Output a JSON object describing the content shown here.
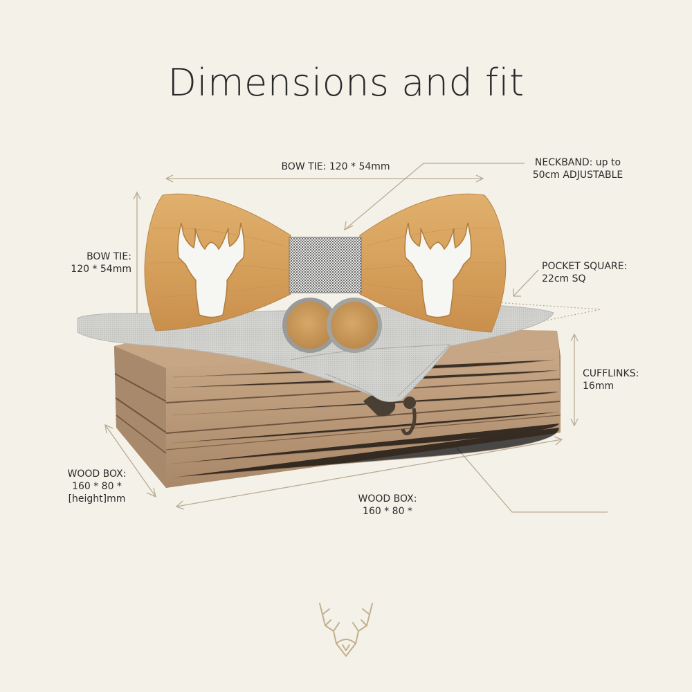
{
  "title": "Dimensions and fit",
  "colors": {
    "background": "#f4f1e9",
    "guide_line": "#b9ab93",
    "wood_light": "#d9a865",
    "wood_box": "#b49476",
    "fabric": "#d2d2cf",
    "logo": "#c2b08e"
  },
  "labels": {
    "bow_tie_top": "BOW TIE: 120 * 54mm",
    "neckband_line1": "NECKBAND: up to",
    "neckband_line2": "50cm ADJUSTABLE",
    "bow_tie_left_line1": "BOW TIE:",
    "bow_tie_left_line2": "120 * 54mm",
    "pocket_square_line1": "POCKET SQUARE:",
    "pocket_square_line2": "22cm SQ",
    "cufflinks_line1": "CUFFLINKS:",
    "cufflinks_line2": "16mm",
    "wood_box_left_line1": "WOOD BOX:",
    "wood_box_left_line2": "160 * 80 *",
    "wood_box_left_line3": "[height]mm",
    "wood_box_bottom_line1": "WOOD BOX:",
    "wood_box_bottom_line2": "160 * 80 *"
  },
  "icons": {
    "bow_tie_cutouts": "deer-head-icon",
    "footer_logo": "deer-logo-icon"
  }
}
